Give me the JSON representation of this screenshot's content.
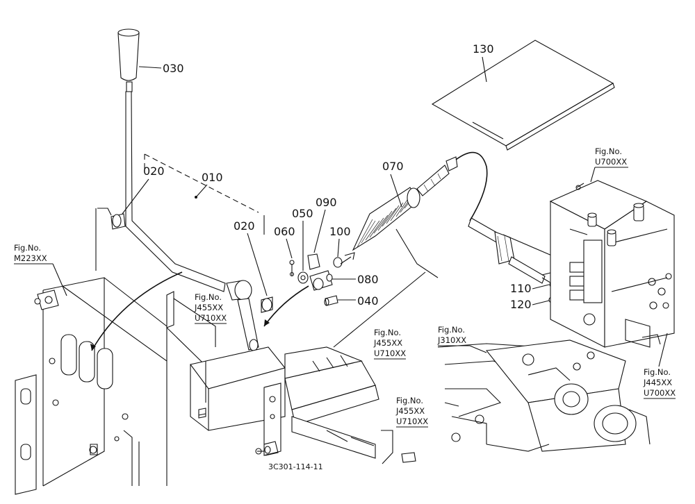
{
  "diagram": {
    "part_numbers": {
      "p010": "010",
      "p020a": "020",
      "p020b": "020",
      "p030": "030",
      "p040": "040",
      "p050": "050",
      "p060": "060",
      "p070": "070",
      "p080": "080",
      "p090": "090",
      "p100": "100",
      "p110": "110",
      "p120": "120",
      "p130": "130"
    },
    "figure_refs": {
      "m223": {
        "head": "Fig.No.",
        "code": "M223XX"
      },
      "j455a": {
        "head": "Fig.No.",
        "line1": "J455XX",
        "line2": "U710XX"
      },
      "j455b": {
        "head": "Fig.No.",
        "line1": "J455XX",
        "line2": "U710XX"
      },
      "j455c": {
        "head": "Fig.No.",
        "line1": "J455XX",
        "line2": "U710XX"
      },
      "u700": {
        "head": "Fig.No.",
        "code": "U700XX"
      },
      "j310": {
        "head": "Fig.No.",
        "code": "J310XX"
      },
      "j445": {
        "head": "Fig.No.",
        "line1": "J445XX",
        "line2": "U700XX"
      }
    },
    "drawing_code": "3C301-114-11"
  }
}
